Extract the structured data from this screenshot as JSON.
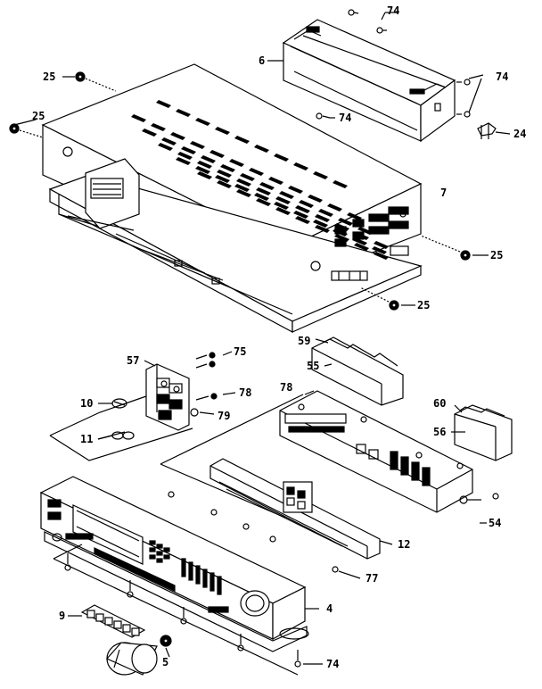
{
  "colors": {
    "ink": "#000000",
    "paper": "#ffffff"
  },
  "callouts": {
    "c74_top": "74",
    "c6": "6",
    "c74_right": "74",
    "c25_a": "25",
    "c25_b": "25",
    "c74_mid": "74",
    "c24": "24",
    "c7": "7",
    "c25_c": "25",
    "c25_d": "25",
    "c59": "59",
    "c55": "55",
    "c57": "57",
    "c75": "75",
    "c78_a": "78",
    "c10": "10",
    "c79": "79",
    "c78_b": "78",
    "c60": "60",
    "c56": "56",
    "c11": "11",
    "c54": "54",
    "c12": "12",
    "c77": "77",
    "c4": "4",
    "c9": "9",
    "c5": "5",
    "c74_bottom": "74"
  }
}
